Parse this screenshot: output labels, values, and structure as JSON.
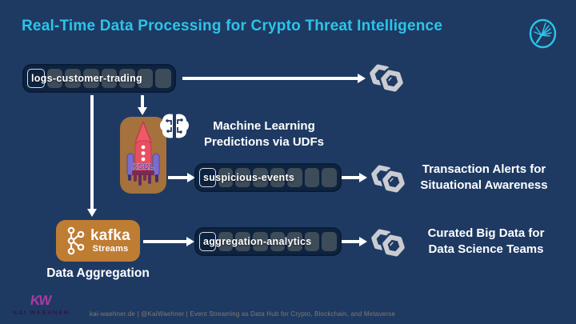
{
  "title": "Real-Time Data Processing for Crypto Threat Intelligence",
  "colors": {
    "background": "#1E3A63",
    "title_cyan": "#2CC4E9",
    "kafka_orange": "#BF7C33",
    "ksql_brown": "#A5713C",
    "link_icon_gray": "#C9CCD1",
    "topic_container": "#0D2340",
    "topic_segment": "#3E4C5A",
    "rocket_red": "#E84F62",
    "booster_purple": "#7B6CD0",
    "kw_magenta": "#A93BA0"
  },
  "topics": [
    {
      "label": "logs-customer-trading",
      "segments": 8
    },
    {
      "label": "suspicious-events",
      "segments": 8
    },
    {
      "label": "aggregation-analytics",
      "segments": 8
    }
  ],
  "nodes": {
    "ksql": {
      "label": "KSQL"
    },
    "kafka_streams": {
      "brand": "kafka",
      "product": "Streams"
    }
  },
  "annotations": {
    "ml": {
      "line1": "Machine Learning",
      "line2": "Predictions via UDFs"
    },
    "alerts": {
      "line1": "Transaction Alerts for",
      "line2": "Situational Awareness"
    },
    "curated": {
      "line1": "Curated Big Data for",
      "line2": "Data Science Teams"
    },
    "aggregation": "Data Aggregation"
  },
  "footer": {
    "logo_initials": "KW",
    "logo_name": "KAI WAEHNER",
    "text": "kai-waehner.de | @KaiWaehner | Event Streaming as Data Hub for Crypto, Blockchain, and Metaverse"
  },
  "icons": {
    "top_right": "confluent-spark-icon",
    "sink": "chain-link-hexagons-icon",
    "ml": "brain-circuit-icon",
    "ksql": "ksql-rocket-icon",
    "kafka": "kafka-streams-icon"
  }
}
